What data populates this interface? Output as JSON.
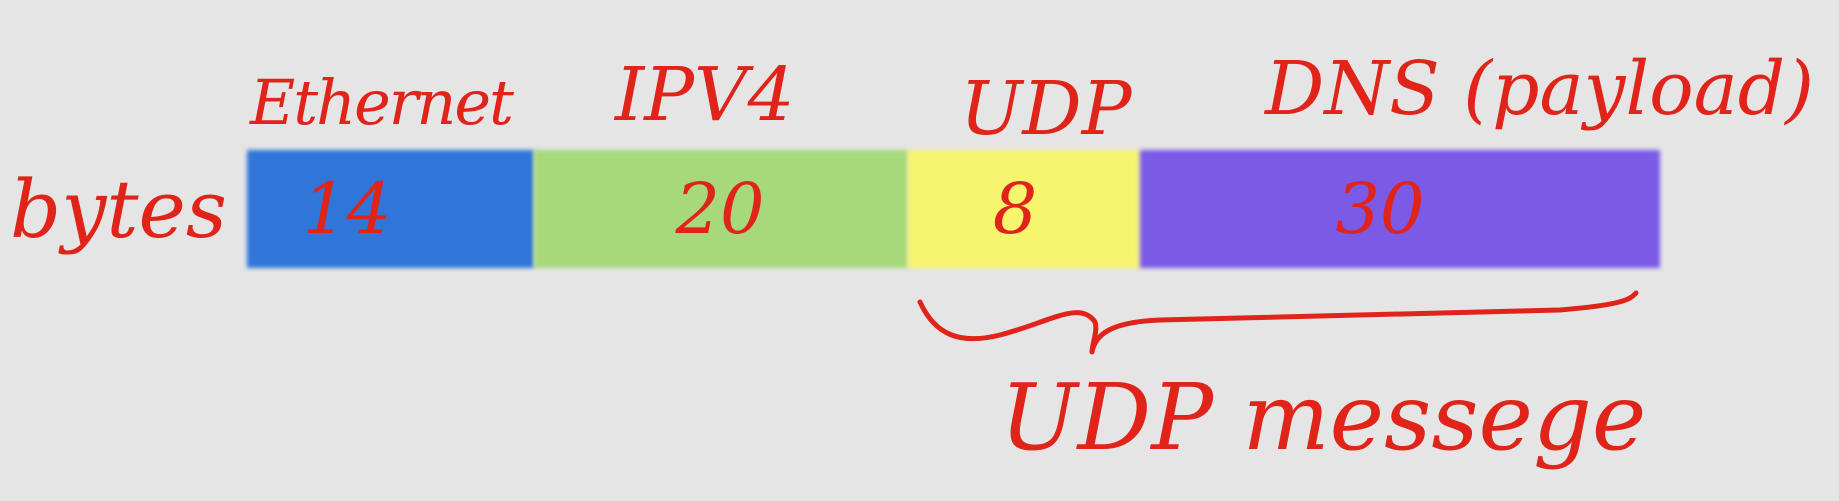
{
  "row_label": "bytes",
  "segments": [
    {
      "name": "Ethernet",
      "bytes": "14",
      "color": "#3075d8"
    },
    {
      "name": "IPV4",
      "bytes": "20",
      "color": "#a7d97a"
    },
    {
      "name": "UDP",
      "bytes": "8",
      "color": "#f7f46e"
    },
    {
      "name": "DNS (payload)",
      "bytes": "30",
      "color": "#7b5ae6"
    }
  ],
  "brace_label": "UDP messege",
  "ink_color": "#e0241a"
}
